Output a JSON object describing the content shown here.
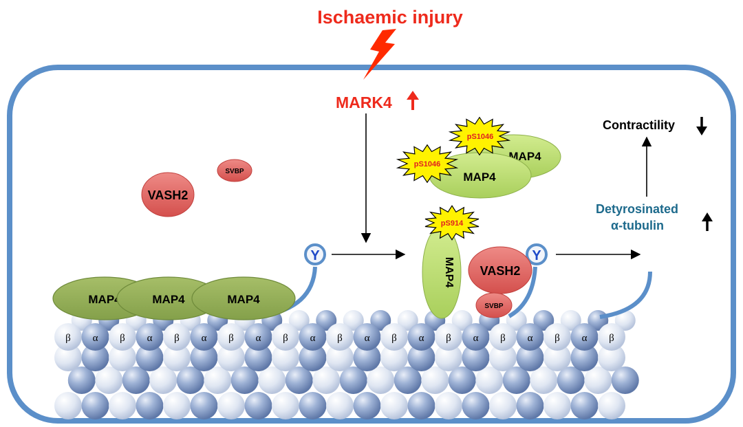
{
  "title": "Ischaemic injury",
  "mark4": {
    "label": "MARK4",
    "trend": "up"
  },
  "left_state": {
    "vash2": "VASH2",
    "svbp": "SVBP",
    "map4_bound": [
      "MAP4",
      "MAP4",
      "MAP4"
    ],
    "tyrosine": "Y"
  },
  "right_state": {
    "phospho_map4": [
      {
        "label": "MAP4",
        "site": "pS1046"
      },
      {
        "label": "MAP4",
        "site": "pS1046"
      }
    ],
    "vertical_map4": {
      "label": "MAP4",
      "site": "pS914"
    },
    "vash2": "VASH2",
    "svbp": "SVBP",
    "tyrosine": "Y"
  },
  "outcomes": {
    "contractility": {
      "label": "Contractility",
      "trend": "down"
    },
    "detyrosinated": {
      "line1": "Detyrosinated",
      "line2": "α-tubulin",
      "trend": "up"
    }
  },
  "tubulin_labels": [
    "β",
    "α",
    "β",
    "α",
    "β",
    "α",
    "β",
    "α",
    "β",
    "α",
    "β",
    "α",
    "β",
    "α",
    "β",
    "α",
    "β",
    "α",
    "β",
    "α",
    "β"
  ],
  "colors": {
    "cell_border": "#5b8fc9",
    "title_red": "#ee2a1c",
    "lightning": "#ff2a00",
    "vash2_fill": "#e0605e",
    "map4_dark": "#93ac57",
    "map4_light": "#b9db6e",
    "burst": "#fff200",
    "tyrosine_blue": "#1f49c8",
    "detyr_text": "#1d6a8c",
    "tubulin_dark": "#8fa6cc",
    "tubulin_light": "#d7e0ef"
  }
}
